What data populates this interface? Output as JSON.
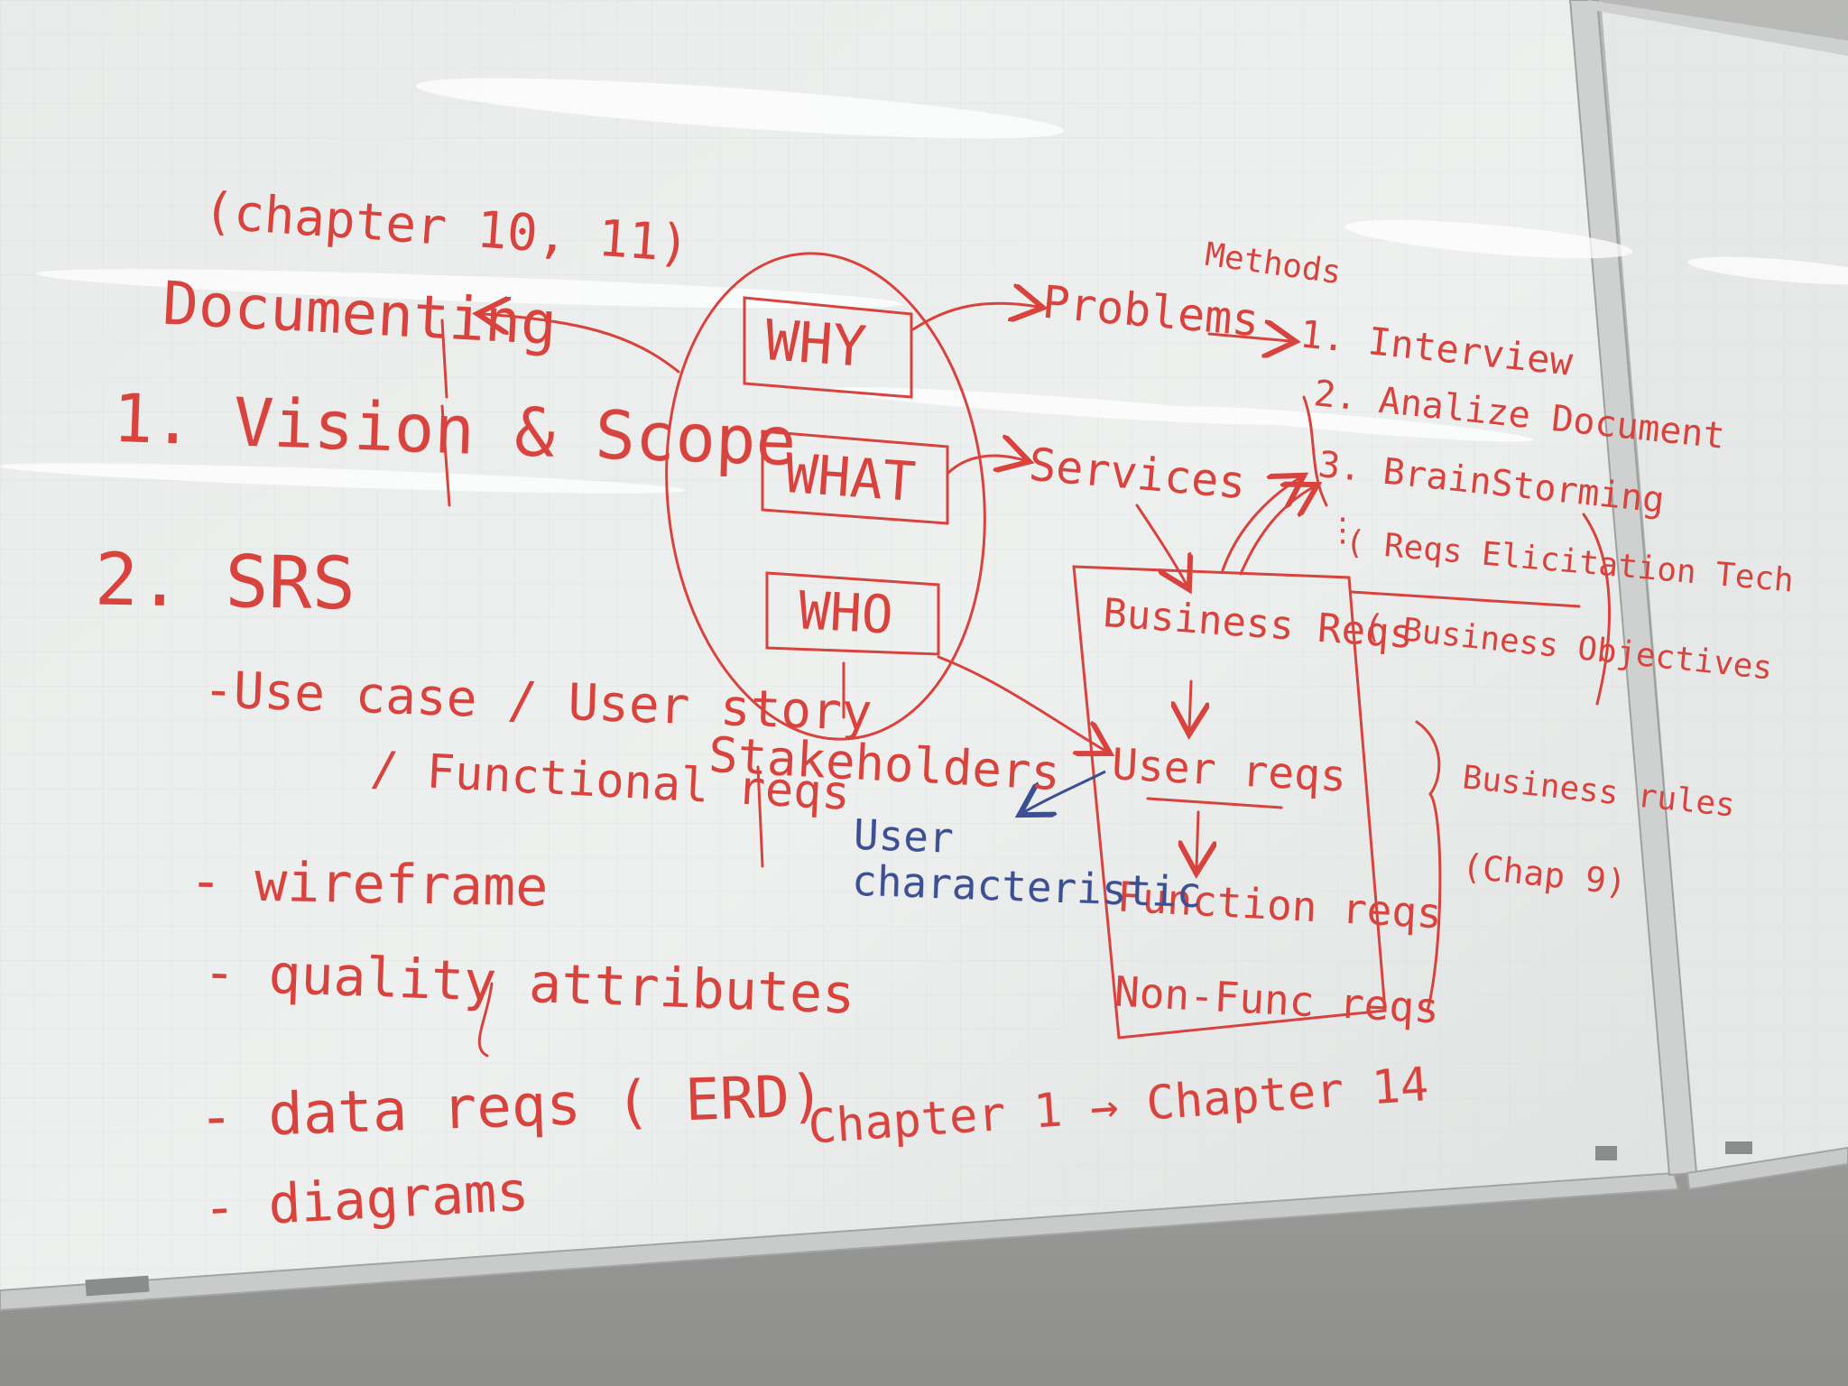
{
  "board": {
    "chapter_ref": "(chapter 10, 11)",
    "documenting": "Documenting",
    "vision_scope": "1. Vision & Scope",
    "srs": "2. SRS",
    "use_case": "-Use case / User story",
    "functional": "/ Functional reqs",
    "wireframe": "- wireframe",
    "quality": "- quality attributes",
    "data_reqs": "- data reqs ( ERD)",
    "diagrams": "- diagrams",
    "why": "WHY",
    "what": "WHAT",
    "who": "WHO",
    "stakeholders": "Stakeholders",
    "problems": "Problems",
    "services": "Services",
    "methods": "Methods",
    "m1": "1. Interview",
    "m2": "2. Analize Document",
    "m3": "3. BrainStorming",
    "dots": "⋮",
    "elicitation": "( Reqs Elicitation Tech",
    "business_obj": "( Business Objectives",
    "business_reqs": "Business Reqs",
    "user_reqs": "User reqs",
    "function_reqs": "Function reqs",
    "nonfunc_reqs": "Non-Func reqs",
    "user_char": "User characteristic",
    "business_rules": "Business rules",
    "chap9": "(Chap 9)",
    "chapters": "Chapter 1 → Chapter 14"
  },
  "colors": {
    "marker_red": "#d8433e",
    "marker_blue": "#3c4f93",
    "board_white": "#eceeed"
  }
}
